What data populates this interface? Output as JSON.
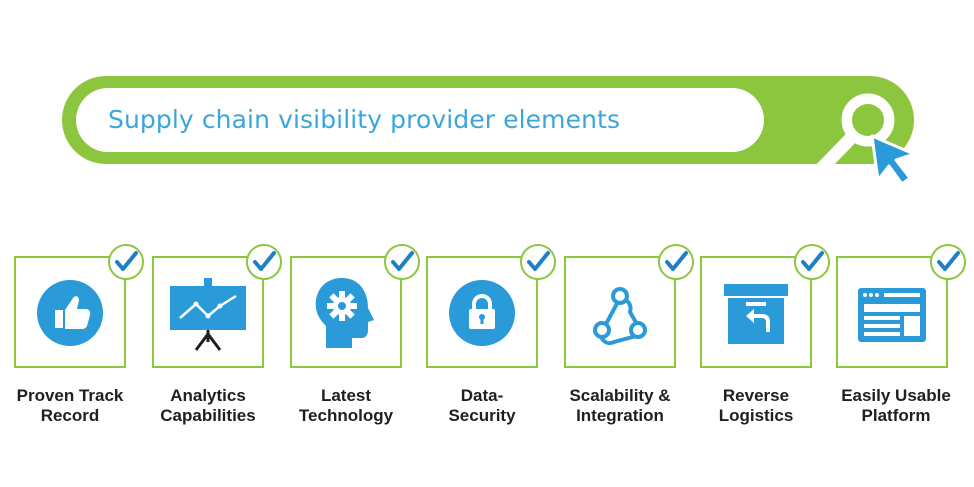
{
  "search": {
    "query": "Supply chain visibility provider elements",
    "icon": "magnifier-icon",
    "cursor_icon": "cursor-arrow-icon"
  },
  "colors": {
    "accent_green": "#8cc63f",
    "icon_blue": "#2b9ad8",
    "text_blue": "#3aa6de",
    "check_blue": "#1e7fc4"
  },
  "features": [
    {
      "line1": "Proven Track",
      "line2": "Record",
      "icon": "thumbs-up-icon"
    },
    {
      "line1": "Analytics",
      "line2": "Capabilities",
      "icon": "presentation-chart-icon"
    },
    {
      "line1": "Latest",
      "line2": "Technology",
      "icon": "gear-head-icon"
    },
    {
      "line1": "Data-",
      "line2": "Security",
      "icon": "padlock-icon"
    },
    {
      "line1": "Scalability &",
      "line2": "Integration",
      "icon": "webhook-icon"
    },
    {
      "line1": "Reverse",
      "line2": "Logistics",
      "icon": "return-box-icon"
    },
    {
      "line1": "Easily Usable",
      "line2": "Platform",
      "icon": "browser-window-icon"
    }
  ]
}
